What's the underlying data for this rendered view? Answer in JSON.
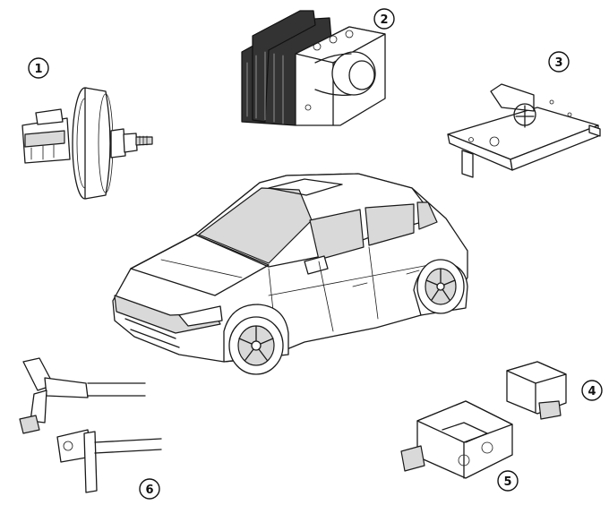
{
  "callouts": [
    {
      "id": "1",
      "label": "1"
    },
    {
      "id": "2",
      "label": "2"
    },
    {
      "id": "3",
      "label": "3"
    },
    {
      "id": "4",
      "label": "4"
    },
    {
      "id": "5",
      "label": "5"
    },
    {
      "id": "6",
      "label": "6"
    }
  ],
  "components": [
    {
      "callout": "1",
      "icon": "brake-booster-icon"
    },
    {
      "callout": "2",
      "icon": "abs-hydraulic-unit-icon"
    },
    {
      "callout": "3",
      "icon": "control-module-bracket-icon"
    },
    {
      "callout": "4",
      "icon": "sensor-module-icon"
    },
    {
      "callout": "5",
      "icon": "yaw-rate-sensor-icon"
    },
    {
      "callout": "6",
      "icon": "wheel-speed-sensor-icon"
    }
  ],
  "center_image": {
    "icon": "hatchback-car-icon"
  }
}
